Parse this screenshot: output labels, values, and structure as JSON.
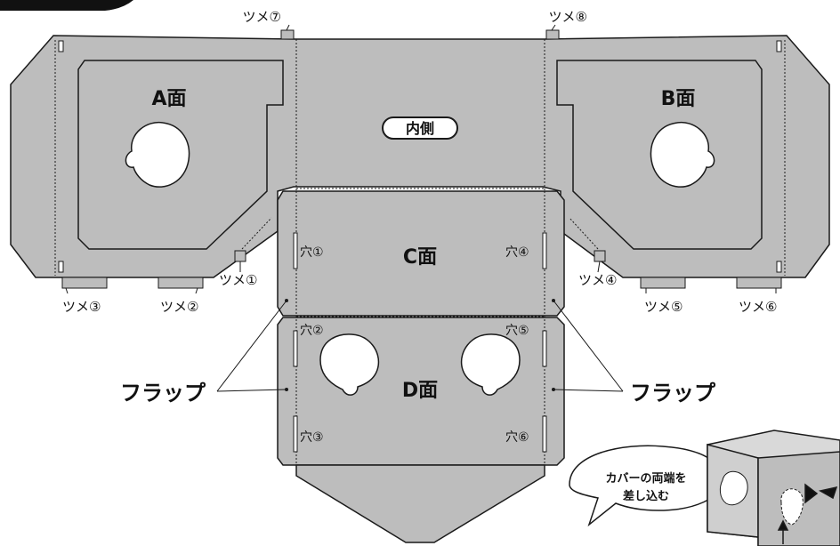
{
  "faces": {
    "a": "A面",
    "b": "B面",
    "c": "C面",
    "d": "D面",
    "inside": "内側"
  },
  "tabs": [
    "ツメ①",
    "ツメ②",
    "ツメ③",
    "ツメ④",
    "ツメ⑤",
    "ツメ⑥",
    "ツメ⑦",
    "ツメ⑧"
  ],
  "holes": [
    "穴①",
    "穴②",
    "穴③",
    "穴④",
    "穴⑤",
    "穴⑥"
  ],
  "flap_label": "フラップ",
  "callout": {
    "line1": "カバーの両端を",
    "line2": "差し込む"
  },
  "colors": {
    "panel": "#bdbdbd",
    "outline": "#1a1a1a",
    "background": "#ffffff"
  }
}
